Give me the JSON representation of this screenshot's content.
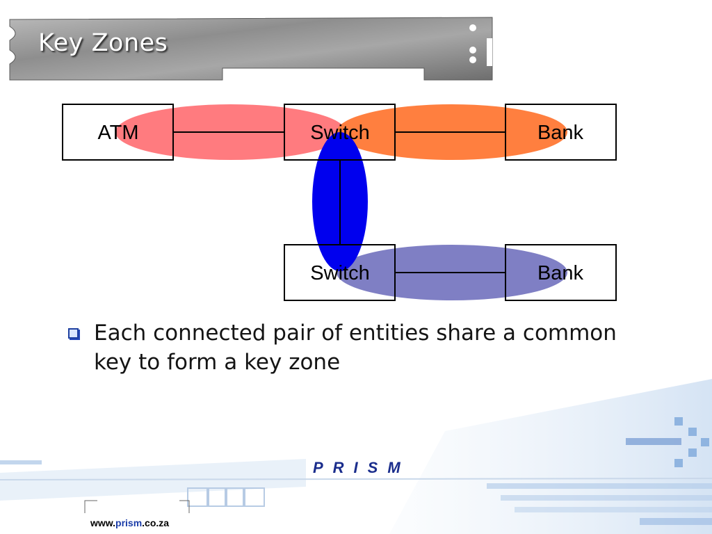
{
  "slide": {
    "title": "Key Zones"
  },
  "diagram": {
    "nodes": {
      "atm": "ATM",
      "switch_top": "Switch",
      "bank_top": "Bank",
      "switch_bottom": "Switch",
      "bank_bottom": "Bank"
    },
    "zone_colors": {
      "atm_switch": "#ff7b7f",
      "switch_bank": "#ff7f3f",
      "switch_switch": "#0000ee",
      "switch_bank_lower": "#7f7fc4"
    }
  },
  "bullets": [
    "Each connected pair of entities share a common key to form a key zone"
  ],
  "footer": {
    "url_prefix": "www.",
    "url_brand": "prism",
    "url_suffix": ".co.za",
    "logo_text": "PRISM"
  }
}
